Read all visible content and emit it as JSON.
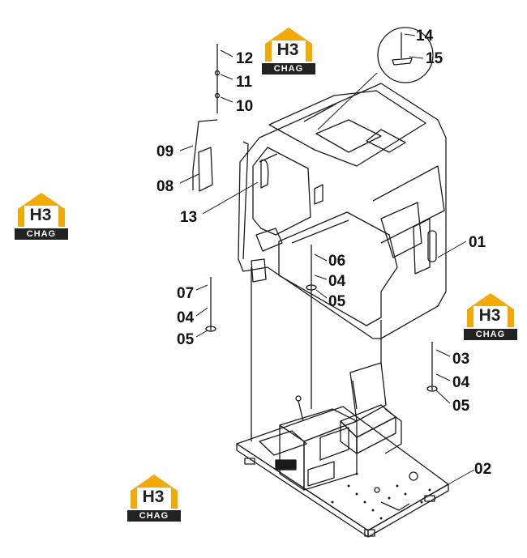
{
  "brand": {
    "mark": "H3",
    "wordmark": "CHAG",
    "accent_color": "#f2a900",
    "ink_color": "#222222"
  },
  "labels": {
    "p01": "01",
    "p02": "02",
    "p03": "03",
    "p04a": "04",
    "p04b": "04",
    "p04c": "04",
    "p05a": "05",
    "p05b": "05",
    "p05c": "05",
    "p06": "06",
    "p07": "07",
    "p08": "08",
    "p09": "09",
    "p10": "10",
    "p11": "11",
    "p12": "12",
    "p13": "13",
    "p14": "14",
    "p15": "15"
  }
}
